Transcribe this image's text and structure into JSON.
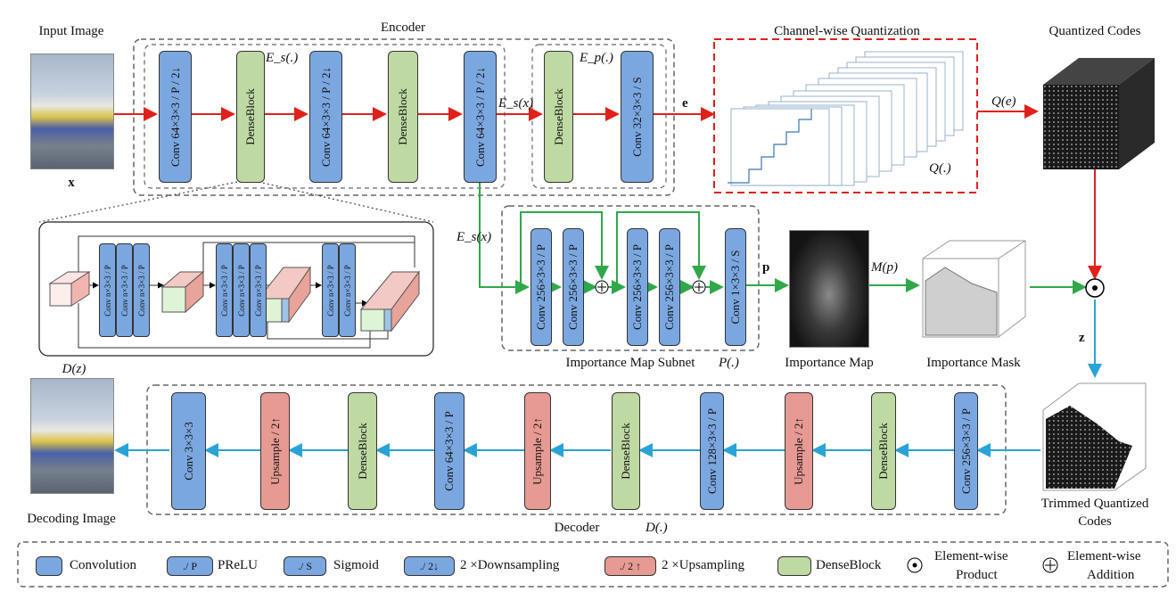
{
  "labels": {
    "input_image": "Input Image",
    "x": "x",
    "encoder": "Encoder",
    "es": "E_s(.)",
    "ep": "E_p(.)",
    "esx_top": "E_s(x)",
    "esx_side": "E_s(x)",
    "e": "e",
    "cq": "Channel-wise Quantization",
    "q": "Q(.)",
    "qc": "Quantized Codes",
    "qe": "Q(e)",
    "p": "p",
    "mp": "M(p)",
    "imap": "Importance Map",
    "imask": "Importance Mask",
    "subnet": "Importance Map Subnet",
    "pfun": "P(.)",
    "z": "z",
    "dz": "D(z)",
    "decoding": "Decoding Image",
    "decoder": "Decoder",
    "dfun": "D(.)",
    "tqc1": "Trimmed Quantized",
    "tqc2": "Codes"
  },
  "encoder_blocks": [
    {
      "text": "Conv  64×3×3 / P / 2↓",
      "color": "blue"
    },
    {
      "text": "DenseBlock",
      "color": "green"
    },
    {
      "text": "Conv  64×3×3 / P / 2↓",
      "color": "blue"
    },
    {
      "text": "DenseBlock",
      "color": "green"
    },
    {
      "text": "Conv  64×3×3 / P / 2↓",
      "color": "blue"
    },
    {
      "text": "DenseBlock",
      "color": "green"
    },
    {
      "text": "Conv 32×3×3 / S",
      "color": "blue"
    }
  ],
  "subnet_blocks": [
    {
      "text": "Conv 256×3×3 / P"
    },
    {
      "text": "Conv 256×3×3 / P"
    },
    {
      "text": "Conv 256×3×3 / P"
    },
    {
      "text": "Conv 256×3×3 / P"
    },
    {
      "text": "Conv 1×3×3 / S"
    }
  ],
  "dense_conv_label": "Conv  n×3×3 / P",
  "decoder_blocks": [
    {
      "text": "Conv 3×3×3",
      "color": "blue"
    },
    {
      "text": "Upsample / 2↑",
      "color": "red"
    },
    {
      "text": "DenseBlock",
      "color": "green"
    },
    {
      "text": "Conv 64×3×3 / P",
      "color": "blue"
    },
    {
      "text": "Upsample / 2↑",
      "color": "red"
    },
    {
      "text": "DenseBlock",
      "color": "green"
    },
    {
      "text": "Conv 128×3×3 / P",
      "color": "blue"
    },
    {
      "text": "Upsample / 2↑",
      "color": "red"
    },
    {
      "text": "DenseBlock",
      "color": "green"
    },
    {
      "text": "Conv 256×3×3 / P",
      "color": "blue"
    }
  ],
  "legend": {
    "convolution": "Convolution",
    "prelu_sw": "./ P",
    "prelu": "PReLU",
    "sig_sw": "./ S",
    "sigmoid": "Sigmoid",
    "down_sw": "./ 2↓",
    "down": "2 ×Downsampling",
    "up_sw": "./ 2 ↑",
    "up": "2 ×Upsampling",
    "dense": "DenseBlock",
    "prod1": "Element-wise",
    "prod2": "Product",
    "add1": "Element-wise",
    "add2": "Addition"
  },
  "colors": {
    "conv_blue": "#7ba7e0",
    "dense_green": "#bfd9a3",
    "upsample_red": "#e69a93",
    "arrow_red": "#e0201b",
    "arrow_green": "#30a84a",
    "arrow_cyan": "#29a3d6"
  }
}
